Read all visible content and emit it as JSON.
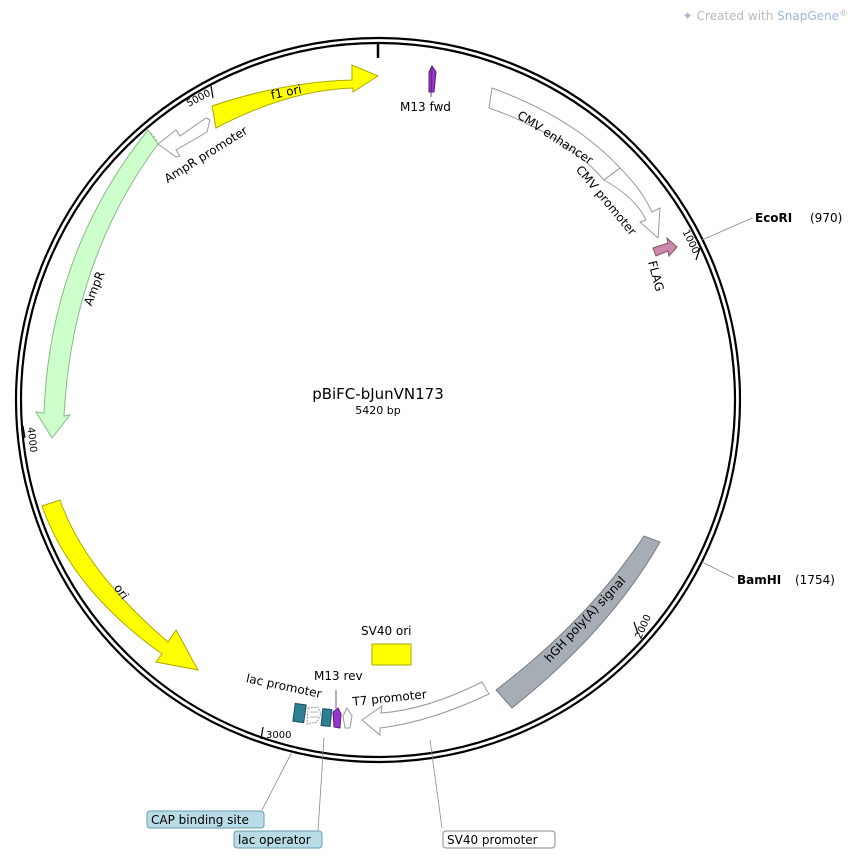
{
  "credit": {
    "prefix": "Created with ",
    "brand": "SnapGene",
    "reg": "®",
    "logo_icon": "snapgene-logo-icon"
  },
  "plasmid": {
    "name": "pBiFC-bJunVN173",
    "size_label": "5420 bp",
    "length": 5420
  },
  "ticks": [
    {
      "pos": 1000,
      "label": "1000"
    },
    {
      "pos": 2000,
      "label": "2000"
    },
    {
      "pos": 3000,
      "label": "3000"
    },
    {
      "pos": 4000,
      "label": "4000"
    },
    {
      "pos": 5000,
      "label": "5000"
    }
  ],
  "sites": [
    {
      "name": "EcoRI",
      "pos_label": "(970)",
      "pos": 970
    },
    {
      "name": "BamHI",
      "pos_label": "(1754)",
      "pos": 1754
    }
  ],
  "features": [
    {
      "name": "f1 ori",
      "color": "#ffff00",
      "stroke": "#aaaa00",
      "direction": "forward"
    },
    {
      "name": "M13 fwd",
      "color": "#9933cc",
      "stroke": "#552277",
      "direction": "forward"
    },
    {
      "name": "CMV enhancer",
      "color": "#ffffff",
      "stroke": "#999999",
      "direction": "forward"
    },
    {
      "name": "CMV promoter",
      "color": "#ffffff",
      "stroke": "#999999",
      "direction": "forward"
    },
    {
      "name": "FLAG",
      "color": "#cc88aa",
      "stroke": "#885566",
      "direction": "forward"
    },
    {
      "name": "hGH poly(A) signal",
      "color": "#a7adb4",
      "stroke": "#777d84",
      "direction": "none"
    },
    {
      "name": "SV40 ori",
      "color": "#ffff00",
      "stroke": "#aaaa00",
      "direction": "none"
    },
    {
      "name": "T7 promoter",
      "color": "#ffffff",
      "stroke": "#999999",
      "direction": "reverse"
    },
    {
      "name": "M13 rev",
      "color": "#9933cc",
      "stroke": "#552277",
      "direction": "reverse"
    },
    {
      "name": "lac operator",
      "color": "#2f7f94",
      "stroke": "#1a4f5e",
      "direction": "none"
    },
    {
      "name": "lac promoter",
      "color": "#ffffff",
      "stroke": "#999999",
      "direction": "reverse"
    },
    {
      "name": "CAP binding site",
      "color": "#2f7f94",
      "stroke": "#1a4f5e",
      "direction": "none"
    },
    {
      "name": "ori",
      "color": "#ffff00",
      "stroke": "#aaaa00",
      "direction": "reverse"
    },
    {
      "name": "AmpR",
      "color": "#ccffcc",
      "stroke": "#88bb88",
      "direction": "reverse"
    },
    {
      "name": "AmpR promoter",
      "color": "#ffffff",
      "stroke": "#999999",
      "direction": "reverse"
    },
    {
      "name": "SV40 promoter",
      "color": "#ffffff",
      "stroke": "#999999",
      "direction": "reverse"
    }
  ],
  "callouts": [
    {
      "name": "CAP binding site",
      "fill": "#b8dbe6",
      "stroke": "#6a9fb0"
    },
    {
      "name": "lac operator",
      "fill": "#b8dbe6",
      "stroke": "#6a9fb0"
    },
    {
      "name": "SV40 promoter",
      "fill": "#ffffff",
      "stroke": "#888888"
    }
  ]
}
